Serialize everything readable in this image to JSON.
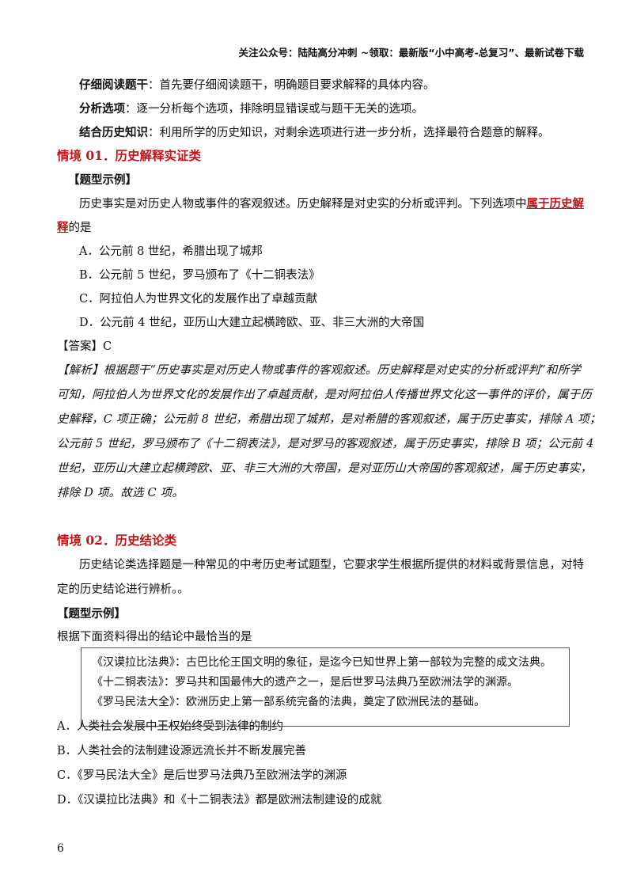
{
  "header": "关注公众号：陆陆高分冲刺 ~领取：最新版“小中高考-总复习”、最新试卷下载",
  "tips": [
    {
      "term": "仔细阅读题干",
      "text": "：首先要仔细阅读题干，明确题目要求解释的具体内容。"
    },
    {
      "term": "分析选项",
      "text": "：逐一分析每个选项，排除明显错误或与题干无关的选项。"
    },
    {
      "term": "结合历史知识",
      "text": "：利用所学的历史知识，对剩余选项进行进一步分析，选择最符合题意的解释。"
    }
  ],
  "scenario1": {
    "title": "情境 01．历史解释实证类",
    "example_label": "【题型示例】",
    "stem_line1": "历史事实是对历史人物或事件的客观叙述。历史解释是对史实的分析或评判。下列选项中",
    "stem_hl_a": "属于历史解",
    "stem_hl_b": "释",
    "stem_line2_rest": "的是",
    "options": [
      "A．公元前 8 世纪，希腊出现了城邦",
      "B．公元前 5 世纪，罗马颁布了《十二铜表法》",
      "C．阿拉伯人为世界文化的发展作出了卓越贡献",
      "D．公元前 4 世纪，亚历山大建立起横跨欧、亚、非三大洲的大帝国"
    ],
    "answer": "【答案】C",
    "explanation": [
      "【解析】根据题干“历史事实是对历史人物或事件的客观叙述。历史解释是对史实的分析或评判”和所学",
      "可知，阿拉伯人为世界文化的发展作出了卓越贡献，是对阿拉伯人传播世界文化这一事件的评价，属于历",
      "史解释，C 项正确；公元前 8 世纪，希腊出现了城邦，是对希腊的客观叙述，属于历史事实，排除 A 项；",
      "公元前 5 世纪，罗马颁布了《十二铜表法》，是对罗马的客观叙述，属于历史事实，排除 B 项；公元前 4",
      "世纪，亚历山大建立起横跨欧、亚、非三大洲的大帝国，是对亚历山大帝国的客观叙述，属于历史事实，",
      "排除 D 项。故选 C 项。"
    ]
  },
  "scenario2": {
    "title": "情境 02．历史结论类",
    "intro_line1": "历史结论类选择题是一种常见的中考历史考试题型，它要求学生根据所提供的材料或背景信息，对特",
    "intro_line2": "定的历史结论进行辨析。。",
    "example_label": "【题型示例】",
    "question": "根据下面资料得出的结论中最恰当的是",
    "material": [
      "《汉谟拉比法典》：古巴比伦王国文明的象征，是迄今已知世界上第一部较为完整的成文法典。",
      "《十二铜表法》：罗马共和国最伟大的遗产之一，是后世罗马法典乃至欧洲法学的渊源。",
      "《罗马民法大全》：欧洲历史上第一部系统完备的法典，奠定了欧洲民法的基础。"
    ],
    "options": [
      "A．人类社会发展中王权始终受到法律的制约",
      "B．人类社会的法制建设源远流长并不断发展完善",
      "C．《罗马民法大全》是后世罗马法典乃至欧洲法学的渊源",
      "D．《汉谟拉比法典》和《十二铜表法》都是欧洲法制建设的成就"
    ]
  },
  "page_number": "6"
}
